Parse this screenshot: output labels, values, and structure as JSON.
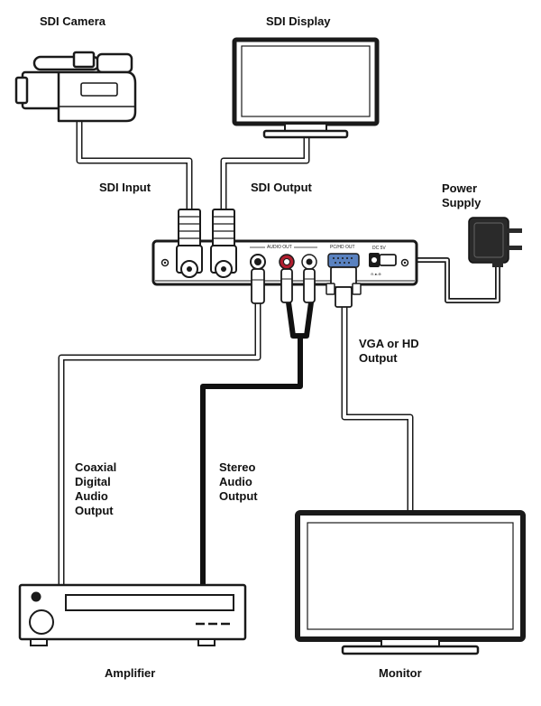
{
  "labels": {
    "sdi_camera": "SDI Camera",
    "sdi_display": "SDI Display",
    "sdi_input": "SDI Input",
    "sdi_output": "SDI Output",
    "power_supply": "Power\nSupply",
    "vga_or_hd_output": "VGA or HD\nOutput",
    "coaxial_digital_audio_output": "Coaxial\nDigital\nAudio\nOutput",
    "stereo_audio_output": "Stereo\nAudio\nOutput",
    "amplifier": "Amplifier",
    "monitor": "Monitor"
  },
  "panel_labels": {
    "audio_out": "AUDIO OUT",
    "pc_hd_out": "PC/HD OUT",
    "dc_5v": "DC 5V"
  },
  "colors": {
    "outline": "#1a1a1a",
    "cable_light": "#ffffff",
    "cable_dark": "#111111",
    "rca_red": "#b01e2e",
    "vga_blue": "#5a82c0"
  }
}
